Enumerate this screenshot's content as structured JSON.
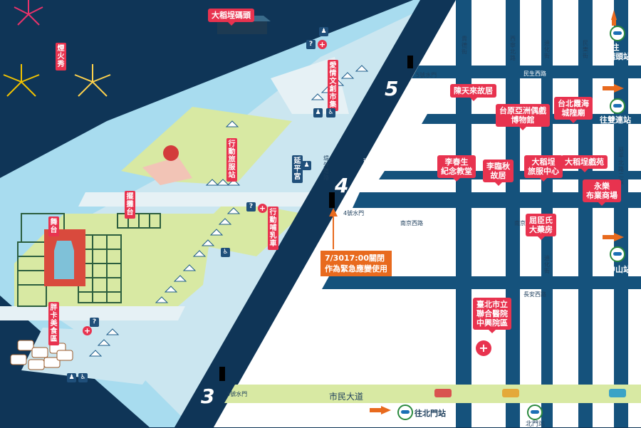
{
  "venue": {
    "pier_title": "大稻埕碼頭",
    "fireworks": "煙火秀",
    "market": "愛情文創市集",
    "mobile_toilet": "行動旅服站",
    "temple": "延平宮",
    "stage_small": "擺攤台",
    "stage_main": "舞台",
    "nursing": "行動哺乳車",
    "food_zone": "胖卡美食區",
    "gates": [
      {
        "num": "5",
        "label": "5號水門"
      },
      {
        "num": "4",
        "label": "4號水門"
      },
      {
        "num": "3",
        "label": "3號水門"
      }
    ],
    "riverside_road": "環河北路",
    "embankment_road": "堤外道路",
    "notice": "7/3017:00關閉\n作為緊急應變使用"
  },
  "city": {
    "streets_h": [
      "民生西路",
      "南京西路",
      "南京西路",
      "長安西路",
      "市民大道"
    ],
    "streets_v": [
      "貴德街",
      "西寧北路",
      "迪化街",
      "民樂街",
      "延平北路二段",
      "迪化街"
    ],
    "landmarks": [
      "陳天來故居",
      "台原亞洲偶戲\n博物館",
      "台北霞海\n城隍廟",
      "李春生\n紀念教堂",
      "李臨秋\n故居",
      "大稻埕\n旅服中心",
      "大稻埕戲苑",
      "永樂\n布業商場",
      "屈臣氏\n大藥房",
      "臺北市立\n聯合醫院\n中興院區"
    ],
    "mrt_links": [
      {
        "label": "往\n大橋頭站"
      },
      {
        "label": "往雙連站"
      },
      {
        "label": "往中山站"
      },
      {
        "label": "往北門站"
      }
    ],
    "mrt_station": "北門站",
    "civic_blvd": "市民大道"
  },
  "colors": {
    "river": "#0f3557",
    "water_light": "#a8dcef",
    "land": "#cbe6f0",
    "grass": "#d8e9a3",
    "road_dark": "#15527c",
    "city_bg": "#ffffff",
    "accent": "#e8334f",
    "notice": "#e86a1e"
  }
}
